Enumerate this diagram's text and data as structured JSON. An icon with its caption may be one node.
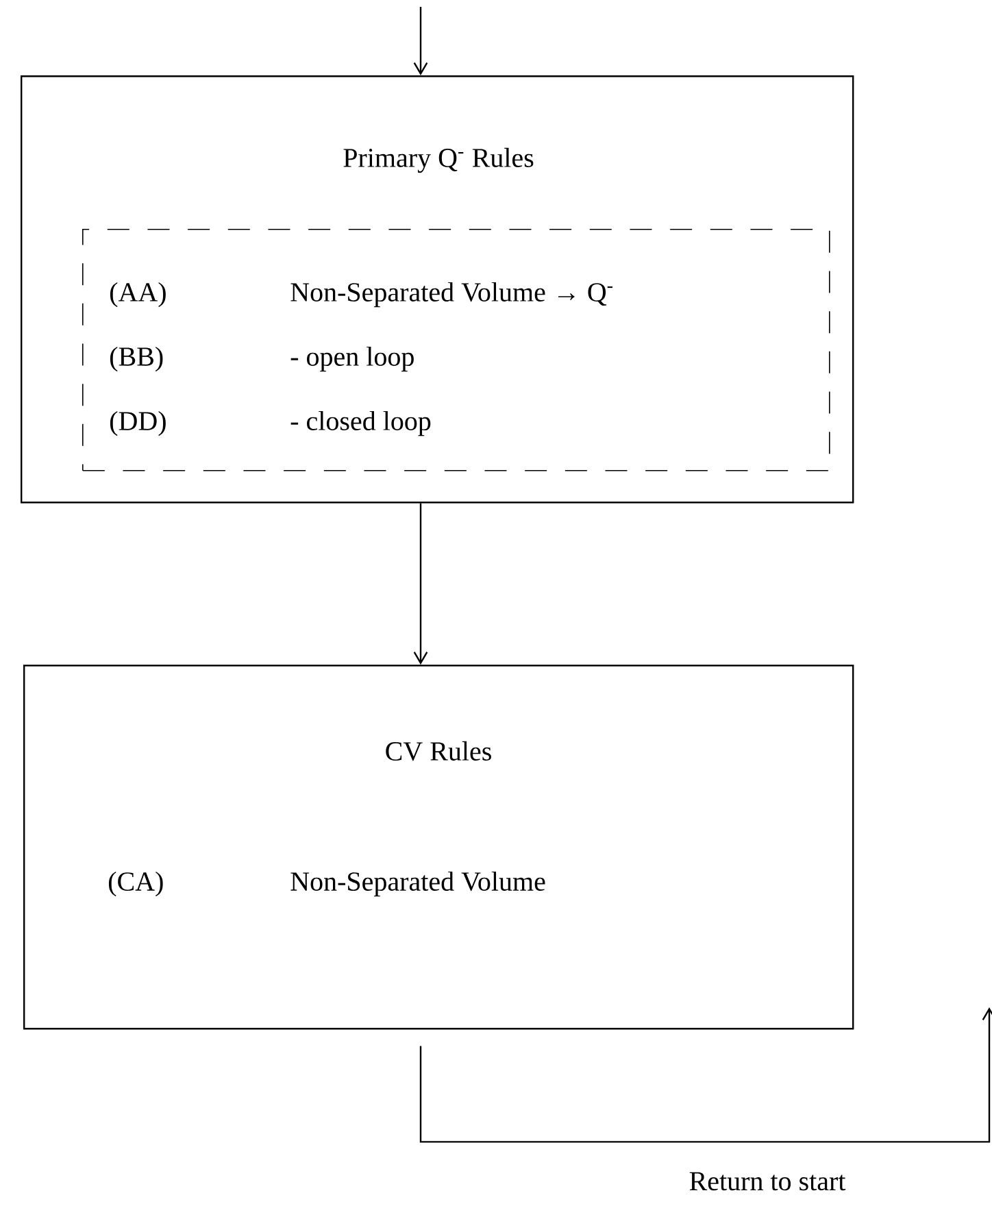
{
  "diagram": {
    "nodes": [
      {
        "text": [
          "Primary Q$^{-}$ Rules"
        ]
      },
      {
        "text": [
          "(AA)",
          "Non-Separated Volume → Q$^{-}$",
          "(BB)",
          "- open loop",
          "(DD)",
          "- closed loop"
        ],
        "in": 0
      },
      {
        "text": [
          "CV Rules",
          "(CA)",
          "Non-Separated Volume"
        ]
      }
    ],
    "edges": [
      {
        "from": null,
        "to": 0,
        "arrow": "to"
      },
      {
        "from": 0,
        "to": 2,
        "arrow": "to"
      },
      {
        "from": 2,
        "to": null,
        "arrow": "to",
        "label": "Return to start"
      }
    ]
  }
}
